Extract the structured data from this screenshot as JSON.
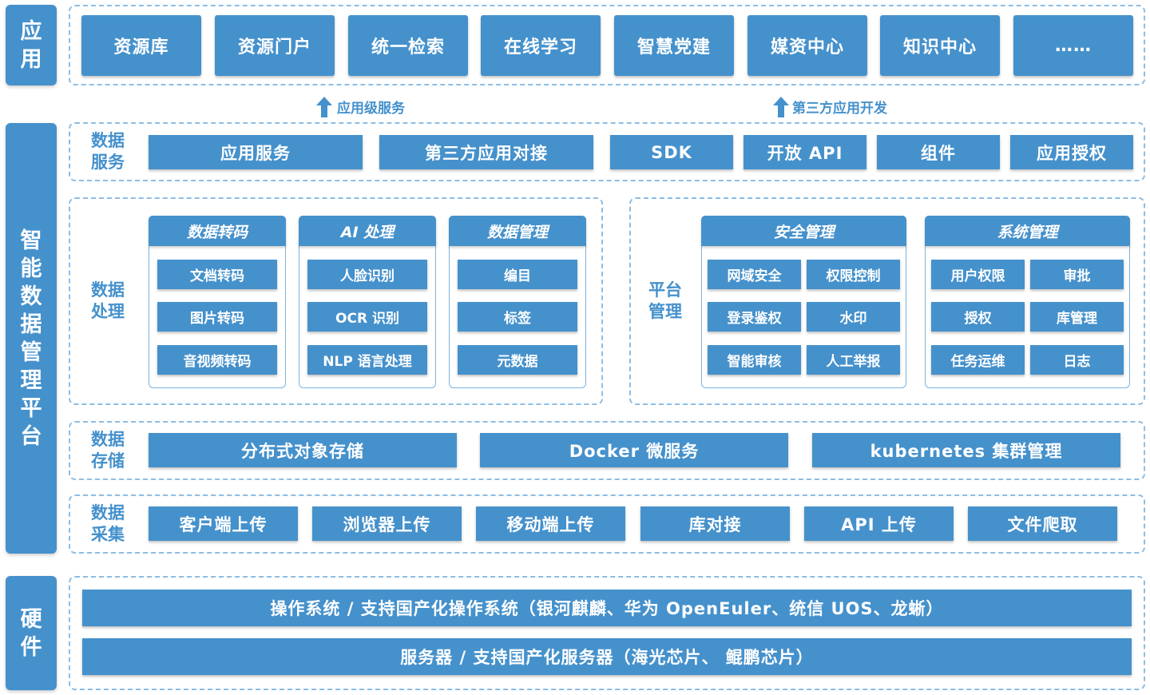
{
  "side_labels": {
    "apps": "应用",
    "platform": "智能数据管理平台",
    "hardware": "硬件"
  },
  "apps": [
    "资源库",
    "资源门户",
    "统一检索",
    "在线学习",
    "智慧党建",
    "媒资中心",
    "知识中心",
    "……"
  ],
  "arrows": {
    "left": "应用级服务",
    "right": "第三方应用开发"
  },
  "data_services": {
    "label": "数据服务",
    "items": [
      "应用服务",
      "第三方应用对接",
      "SDK",
      "开放 API",
      "组件",
      "应用授权"
    ]
  },
  "data_processing": {
    "label": "数据处理",
    "cards": [
      {
        "title": "数据转码",
        "items": [
          "文档转码",
          "图片转码",
          "音视频转码"
        ]
      },
      {
        "title": "AI 处理",
        "items": [
          "人脸识别",
          "OCR 识别",
          "NLP 语言处理"
        ]
      },
      {
        "title": "数据管理",
        "items": [
          "编目",
          "标签",
          "元数据"
        ]
      }
    ]
  },
  "platform_management": {
    "label": "平台管理",
    "cards": [
      {
        "title": "安全管理",
        "items": [
          "网域安全",
          "权限控制",
          "登录鉴权",
          "水印",
          "智能审核",
          "人工举报"
        ]
      },
      {
        "title": "系统管理",
        "items": [
          "用户权限",
          "审批",
          "授权",
          "库管理",
          "任务运维",
          "日志"
        ]
      }
    ]
  },
  "data_storage": {
    "label": "数据存储",
    "items": [
      "分布式对象存储",
      "Docker 微服务",
      "kubernetes 集群管理"
    ]
  },
  "data_collection": {
    "label": "数据采集",
    "items": [
      "客户端上传",
      "浏览器上传",
      "移动端上传",
      "库对接",
      "API 上传",
      "文件爬取"
    ]
  },
  "hardware": {
    "os": "操作系统 / 支持国产化操作系统（银河麒麟、华为 OpenEuler、统信 UOS、龙蜥）",
    "server": "服务器 / 支持国产化服务器（海光芯片、 鲲鹏芯片）"
  },
  "colors": {
    "primary": "#4591cc",
    "dashed_border": "#8dbde3",
    "background": "#ffffff"
  }
}
